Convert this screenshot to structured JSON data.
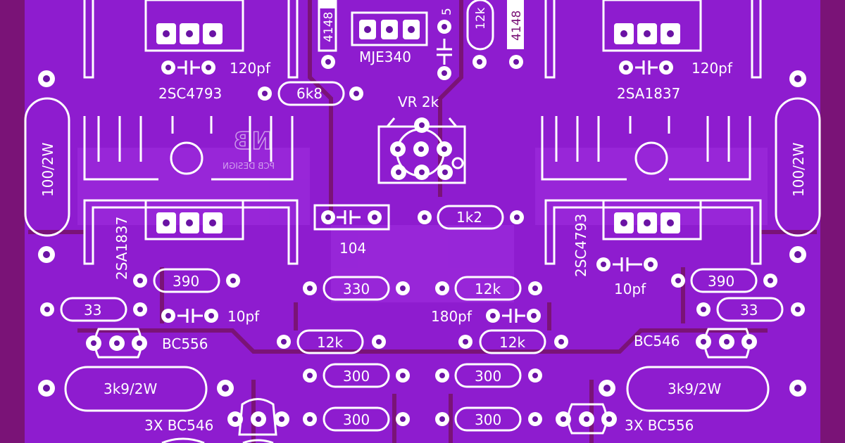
{
  "board": {
    "colors": {
      "board": "#7a1377",
      "copper": "#8e1ccf",
      "copper_light": "#a02fe0",
      "silkscreen": "#ffffff",
      "pad_hole": "#6a13a4"
    }
  },
  "labels": {
    "mje340": "MJE340",
    "d4148_left": "4148",
    "d4148_right": "4148",
    "r_top_12k": "12k",
    "cap_top_5": "5",
    "q_2sc4793_left": "2SC4793",
    "q_2sa1837_right": "2SA1837",
    "q_2sa1837_left": "2SA1837",
    "q_2sc4793_right": "2SC4793",
    "c_120pf_left": "120pf",
    "c_120pf_right": "120pf",
    "r_6k8": "6k8",
    "vr": "VR 2k",
    "r_100_2w_left": "100/2W",
    "r_100_2w_right": "100/2W",
    "c_104": "104",
    "r_1k2": "1k2",
    "r_390_left": "390",
    "r_390_right": "390",
    "r_330": "330",
    "r_12k_mid": "12k",
    "r_33_left": "33",
    "r_33_right": "33",
    "c_10pf_left": "10pf",
    "c_10pf_right": "10pf",
    "c_180pf": "180pf",
    "q_bc556": "BC556",
    "q_bc546": "BC546",
    "r_12k_lower_left": "12k",
    "r_12k_lower_right": "12k",
    "r_3k9_left": "3k9/2W",
    "r_3k9_right": "3k9/2W",
    "r_300_a": "300",
    "r_300_b": "300",
    "r_300_c": "300",
    "r_300_d": "300",
    "q_3x_bc546": "3X BC546",
    "q_3x_bc556": "3X BC556"
  },
  "logo": {
    "mark": "NB",
    "text": "PCB DESIGN"
  }
}
